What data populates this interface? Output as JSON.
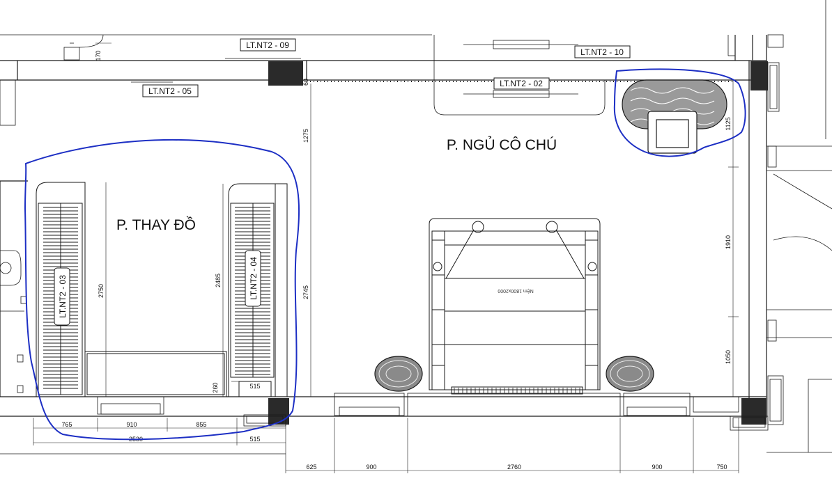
{
  "rooms": {
    "dressing": "P. THAY ĐỒ",
    "bedroom": "P. NGỦ CÔ CHÚ"
  },
  "tags": {
    "t09": "LT.NT2 - 09",
    "t10": "LT.NT2 - 10",
    "t05": "LT.NT2 - 05",
    "t02": "LT.NT2 - 02",
    "t03": "LT.NT2 - 03",
    "t04": "LT.NT2 - 04"
  },
  "bed_label": "Nệm 1800x2000",
  "dimensions": {
    "d170": "170",
    "d60": "60",
    "d1275": "1275",
    "d1125": "1125",
    "d1910": "1910",
    "d1050": "1050",
    "d2750": "2750",
    "d2485": "2485",
    "d2745": "2745",
    "d260": "260",
    "d515a": "515",
    "d765": "765",
    "d910": "910",
    "d855": "855",
    "d2530": "2530",
    "d515b": "515",
    "d625": "625",
    "d900a": "900",
    "d2760": "2760",
    "d900b": "900",
    "d750": "750"
  },
  "colors": {
    "line": "#1a1a1a",
    "markup": "#1d2fc4",
    "column": "#2a2a2a"
  }
}
